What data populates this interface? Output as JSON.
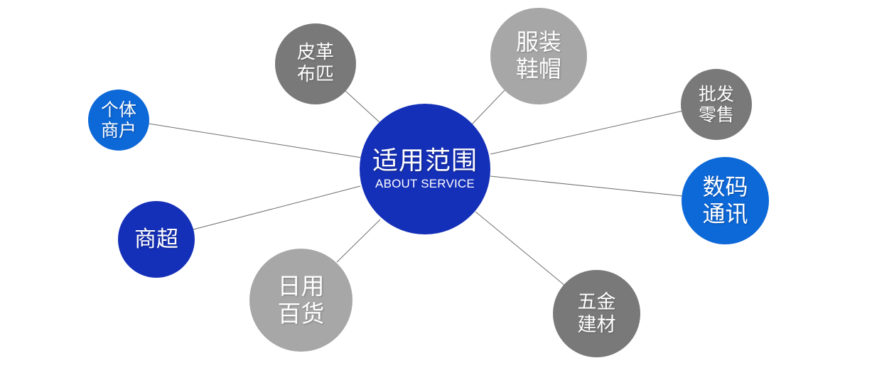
{
  "colors": {
    "hub": "#1530b8",
    "dark_blue": "#1530b8",
    "bright_blue": "#0d68d8",
    "dark_gray": "#797979",
    "light_gray": "#a7a7a7",
    "link": "#6e6e6e"
  },
  "hub": {
    "title": "适用范围",
    "subtitle": "ABOUT SERVICE"
  },
  "nodes": [
    {
      "id": "pige-bupi",
      "lines": [
        "皮革",
        "布匹"
      ]
    },
    {
      "id": "fuzhuang-xiemao",
      "lines": [
        "服装",
        "鞋帽"
      ]
    },
    {
      "id": "pifa-lingshou",
      "lines": [
        "批发",
        "零售"
      ]
    },
    {
      "id": "shuma-tongxun",
      "lines": [
        "数码",
        "通讯"
      ]
    },
    {
      "id": "wujin-jiancai",
      "lines": [
        "五金",
        "建材"
      ]
    },
    {
      "id": "riyong-baihuo",
      "lines": [
        "日用",
        "百货"
      ]
    },
    {
      "id": "shangchao",
      "lines": [
        "商超"
      ]
    },
    {
      "id": "geti-shanghu",
      "lines": [
        "个体",
        "商户"
      ]
    }
  ]
}
